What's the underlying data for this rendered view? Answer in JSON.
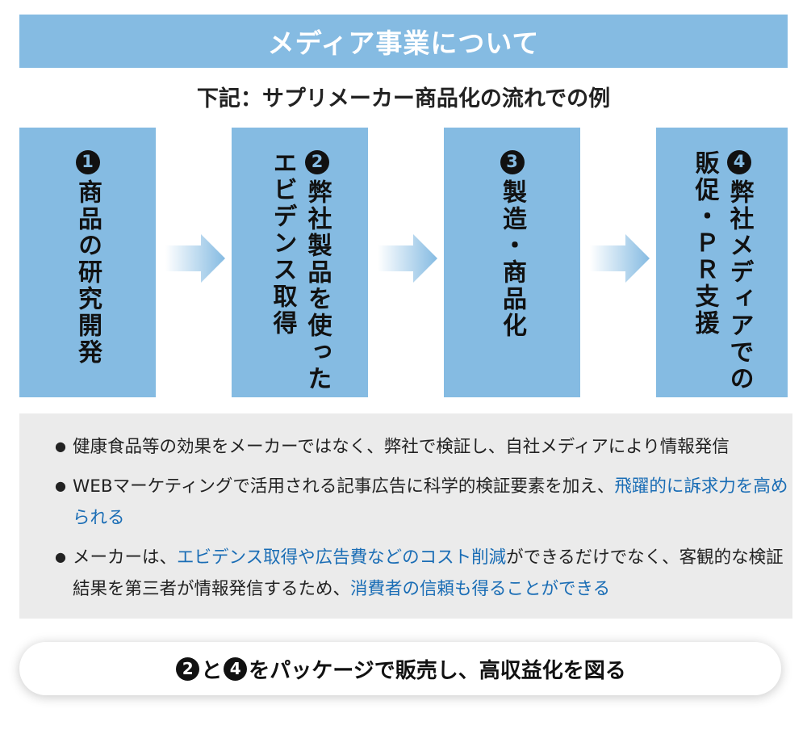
{
  "header": {
    "title": "メディア事業について"
  },
  "subtitle": "下記：サプリメーカー商品化の流れでの例",
  "steps": [
    {
      "number": "1",
      "lines": [
        "商品の研究開発"
      ]
    },
    {
      "number": "2",
      "lines": [
        "弊社製品を使った",
        "エビデンス取得"
      ]
    },
    {
      "number": "3",
      "lines": [
        "製造・商品化"
      ]
    },
    {
      "number": "4",
      "lines": [
        "弊社メディアでの",
        "販促・ＰＲ支援"
      ]
    }
  ],
  "info": {
    "bullet_symbol": "●",
    "bullets": [
      {
        "segments": [
          {
            "text": "健康食品等の効果をメーカーではなく、弊社で検証し、自社メディアにより情報発信",
            "highlight": false
          }
        ]
      },
      {
        "segments": [
          {
            "text": "WEBマーケティングで活用される記事広告に科学的検証要素を加え、",
            "highlight": false
          },
          {
            "text": "飛躍的に訴求力を高められる",
            "highlight": true
          }
        ]
      },
      {
        "segments": [
          {
            "text": "メーカーは、",
            "highlight": false
          },
          {
            "text": "エビデンス取得や広告費などのコスト削減",
            "highlight": true
          },
          {
            "text": "ができるだけでなく、客観的な検証結果を第三者が情報発信するため、",
            "highlight": false
          },
          {
            "text": "消費者の信頼も得ることができる",
            "highlight": true
          }
        ]
      }
    ]
  },
  "footer": {
    "num_a": "2",
    "connector": "と",
    "num_b": "4",
    "text": "をパッケージで販売し、高収益化を図る"
  },
  "colors": {
    "box_blue": "#85bbe2",
    "highlight_blue": "#1a6db5",
    "info_bg": "#ebebeb",
    "text_dark": "#222222"
  }
}
